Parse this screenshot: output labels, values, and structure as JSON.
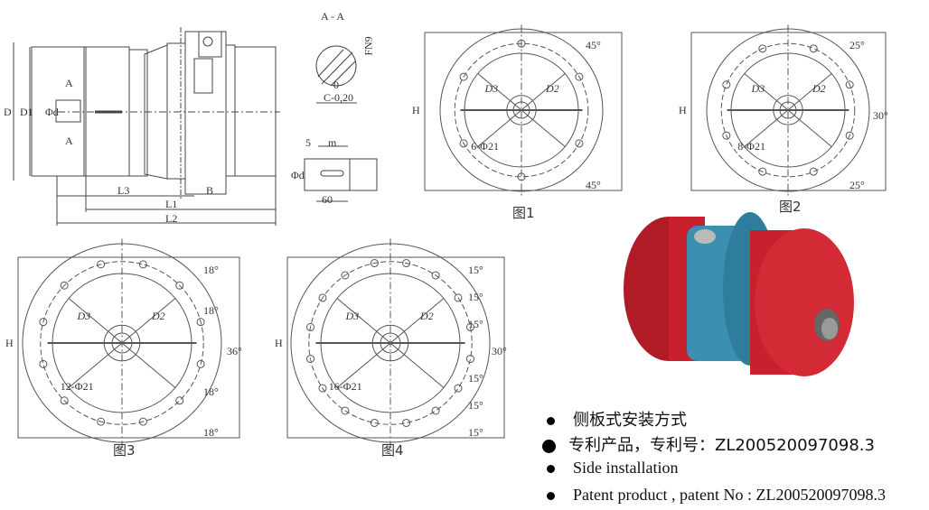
{
  "side_view": {
    "labels": {
      "D": "D",
      "D1": "D1",
      "phid": "Φd",
      "A_top": "A",
      "A_bottom": "A",
      "L3": "L3",
      "B": "B",
      "L1": "L1",
      "L2": "L2"
    }
  },
  "section_aa": {
    "title": "A - A",
    "fn9": "FN9",
    "c_tol": "C-0,20",
    "tol_upper": "0"
  },
  "shaft_detail": {
    "five": "5",
    "m": "m",
    "phid": "Φd",
    "sixty": "60"
  },
  "figures": [
    {
      "caption": "图1",
      "h": "H",
      "d3": "D3",
      "d2": "D2",
      "holes": "6-Φ21",
      "bolts": 6,
      "angles": [
        "45°",
        "45°"
      ]
    },
    {
      "caption": "图2",
      "h": "H",
      "d3": "D3",
      "d2": "D2",
      "holes": "8-Φ21",
      "bolts": 8,
      "angles": [
        "25°",
        "30°",
        "25°"
      ]
    },
    {
      "caption": "图3",
      "h": "H",
      "d3": "D3",
      "d2": "D2",
      "holes": "12-Φ21",
      "bolts": 12,
      "angles": [
        "18°",
        "18°",
        "36°",
        "18°",
        "18°"
      ]
    },
    {
      "caption": "图4",
      "h": "H",
      "d3": "D3",
      "d2": "D2",
      "holes": "16-Φ21",
      "bolts": 16,
      "angles": [
        "15°",
        "15°",
        "15°",
        "30°",
        "15°",
        "15°",
        "15°"
      ]
    }
  ],
  "product_photo": {
    "body_color": "#c8202c",
    "gear_color": "#3b8fb0",
    "shaft_color": "#9a9a9a"
  },
  "bullets": [
    "侧板式安装方式",
    "专利产品，专利号：ZL200520097098.3",
    "Side  installation",
    "Patent product , patent No : ZL200520097098.3"
  ]
}
